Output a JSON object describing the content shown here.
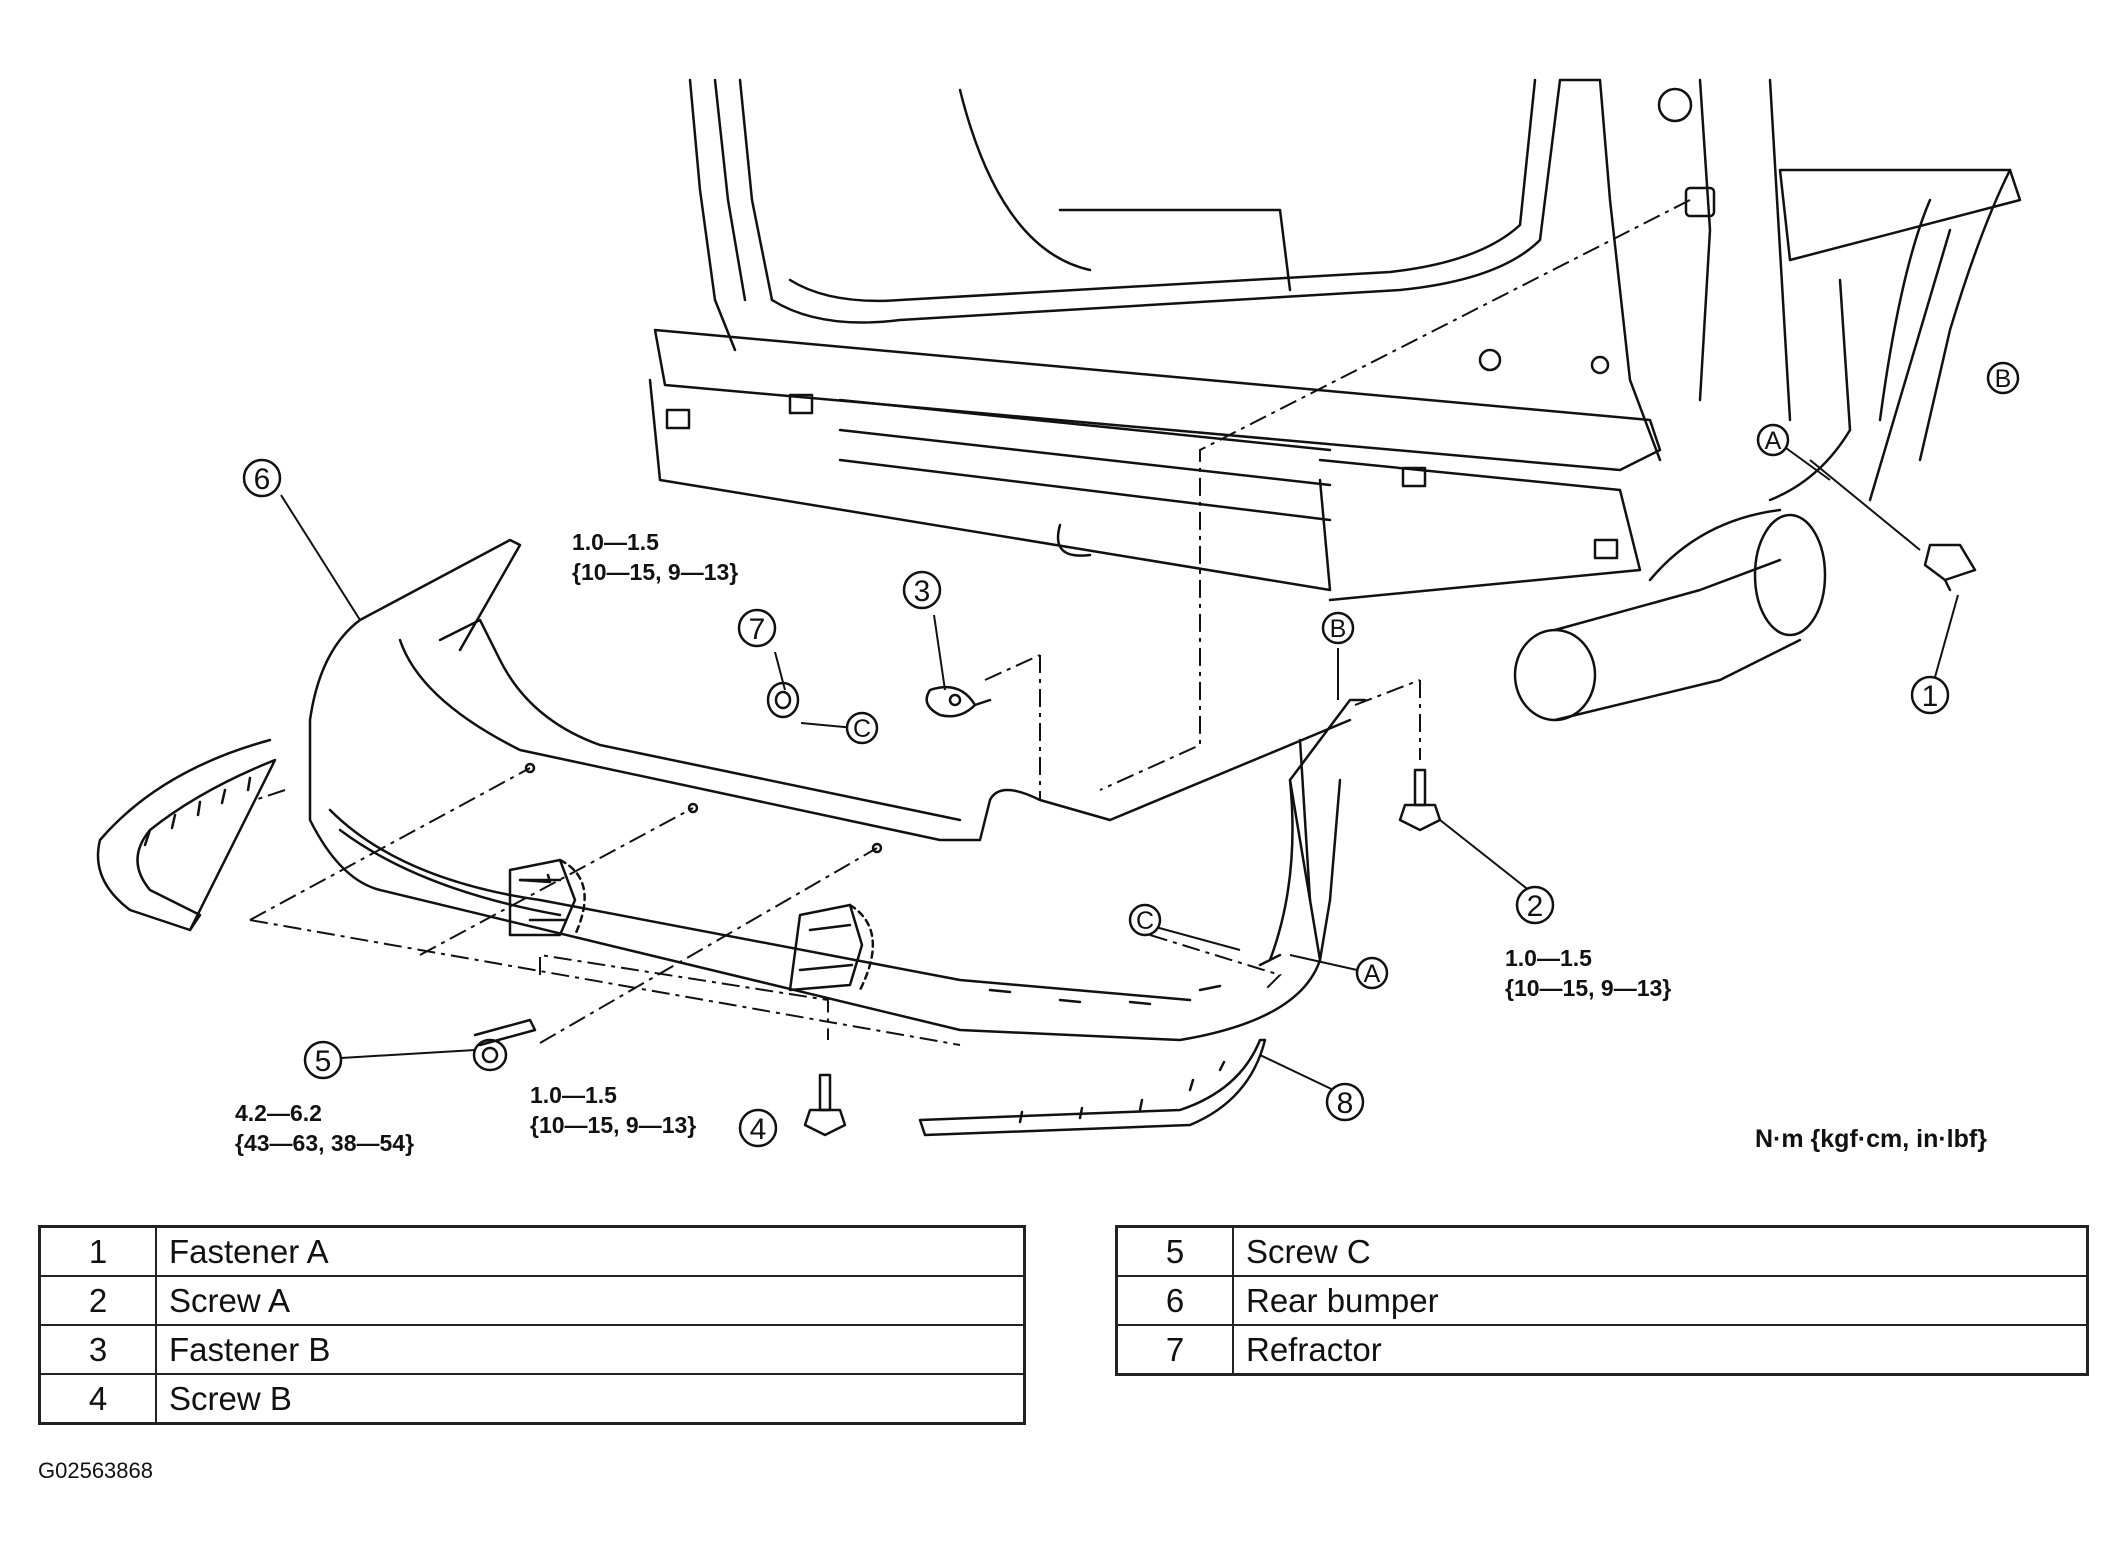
{
  "callouts": [
    "1",
    "2",
    "3",
    "4",
    "5",
    "6",
    "7",
    "8"
  ],
  "reference_letters": {
    "a": "A",
    "b": "B",
    "c": "C"
  },
  "torque_specs": [
    {
      "id": "t-top",
      "value": "1.0—1.5",
      "conv": "{10—15, 9—13}"
    },
    {
      "id": "t-right",
      "value": "1.0—1.5",
      "conv": "{10—15, 9—13}"
    },
    {
      "id": "t-bottom",
      "value": "1.0—1.5",
      "conv": "{10—15, 9—13}"
    },
    {
      "id": "t-left",
      "value": "4.2—6.2",
      "conv": "{43—63, 38—54}"
    }
  ],
  "units": "N·m {kgf·cm, in·lbf}",
  "legend_left": [
    {
      "num": "1",
      "name": "Fastener A"
    },
    {
      "num": "2",
      "name": "Screw A"
    },
    {
      "num": "3",
      "name": "Fastener B"
    },
    {
      "num": "4",
      "name": "Screw B"
    }
  ],
  "legend_right": [
    {
      "num": "5",
      "name": "Screw C"
    },
    {
      "num": "6",
      "name": "Rear bumper"
    },
    {
      "num": "7",
      "name": "Refractor"
    }
  ],
  "doc_id": "G02563868"
}
